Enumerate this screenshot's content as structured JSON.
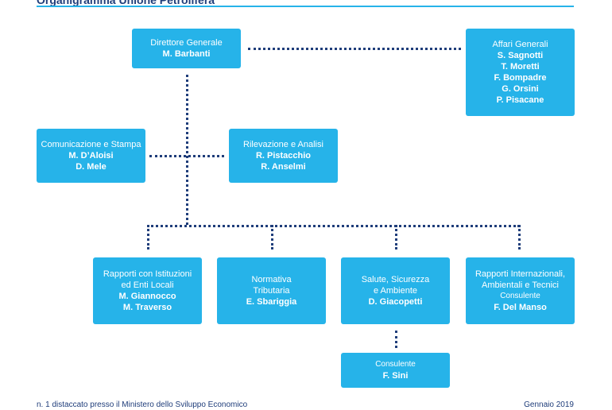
{
  "title": "Organigramma Unione Petrolifera",
  "boxes": {
    "direttore": {
      "role": "Direttore Generale",
      "names": [
        "M. Barbanti"
      ]
    },
    "affari": {
      "role": "Affari Generali",
      "names": [
        "S. Sagnotti",
        "T. Moretti",
        "F. Bompadre",
        "G. Orsini",
        "P. Pisacane"
      ]
    },
    "comunicazione": {
      "role": "Comunicazione e Stampa",
      "names": [
        "M. D’Aloisi",
        "D. Mele"
      ]
    },
    "rilevazione": {
      "role": "Rilevazione e Analisi",
      "names": [
        "R. Pistacchio",
        "R. Anselmi"
      ]
    },
    "rapporti_ist": {
      "role_lines": [
        "Rapporti con Istituzioni",
        "ed Enti Locali"
      ],
      "names": [
        "M. Giannocco",
        "M. Traverso"
      ]
    },
    "normativa": {
      "role_lines": [
        "Normativa",
        "Tributaria"
      ],
      "names": [
        "E. Sbariggia"
      ]
    },
    "salute": {
      "role_lines": [
        "Salute, Sicurezza",
        "e Ambiente"
      ],
      "names": [
        "D. Giacopetti"
      ]
    },
    "rapporti_int": {
      "role_lines": [
        "Rapporti Internazionali,",
        "Ambientali e Tecnici"
      ],
      "sub": "Consulente",
      "names": [
        "F. Del Manso"
      ]
    },
    "consulente": {
      "role": "Consulente",
      "names": [
        "F. Sini"
      ]
    }
  },
  "footnote": "n. 1 distaccato presso il Ministero dello Sviluppo Economico",
  "date": "Gennaio 2019",
  "colors": {
    "box": "#26b3e9",
    "connector": "#1f3d7a",
    "title": "#1f3d7a"
  }
}
